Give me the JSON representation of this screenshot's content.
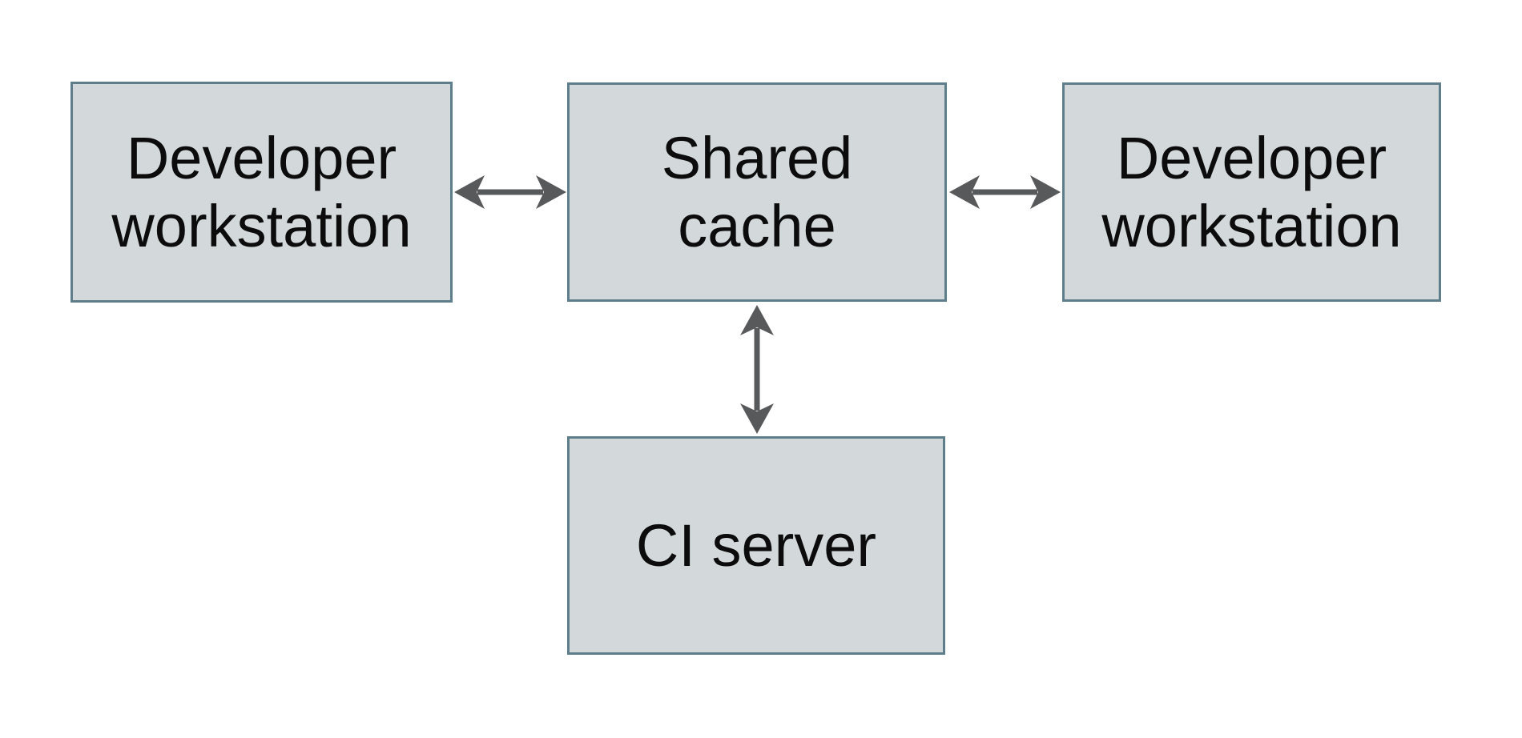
{
  "diagram": {
    "kind": "architecture-diagram",
    "background": "white",
    "nodes": [
      {
        "id": "dev-left",
        "label": "Developer workstation"
      },
      {
        "id": "shared-cache",
        "label": "Shared cache"
      },
      {
        "id": "dev-right",
        "label": "Developer workstation"
      },
      {
        "id": "ci-server",
        "label": "CI server"
      }
    ],
    "connectors": [
      {
        "from": "dev-left",
        "to": "shared-cache",
        "direction": "bidirectional",
        "orientation": "horizontal"
      },
      {
        "from": "shared-cache",
        "to": "dev-right",
        "direction": "bidirectional",
        "orientation": "horizontal"
      },
      {
        "from": "shared-cache",
        "to": "ci-server",
        "direction": "bidirectional",
        "orientation": "vertical"
      }
    ],
    "colors": {
      "node_fill": "#d3d9db",
      "node_border": "#5f7e8c",
      "arrow": "#58595b",
      "text": "#0c0c0d",
      "background": "#ffffff"
    }
  }
}
